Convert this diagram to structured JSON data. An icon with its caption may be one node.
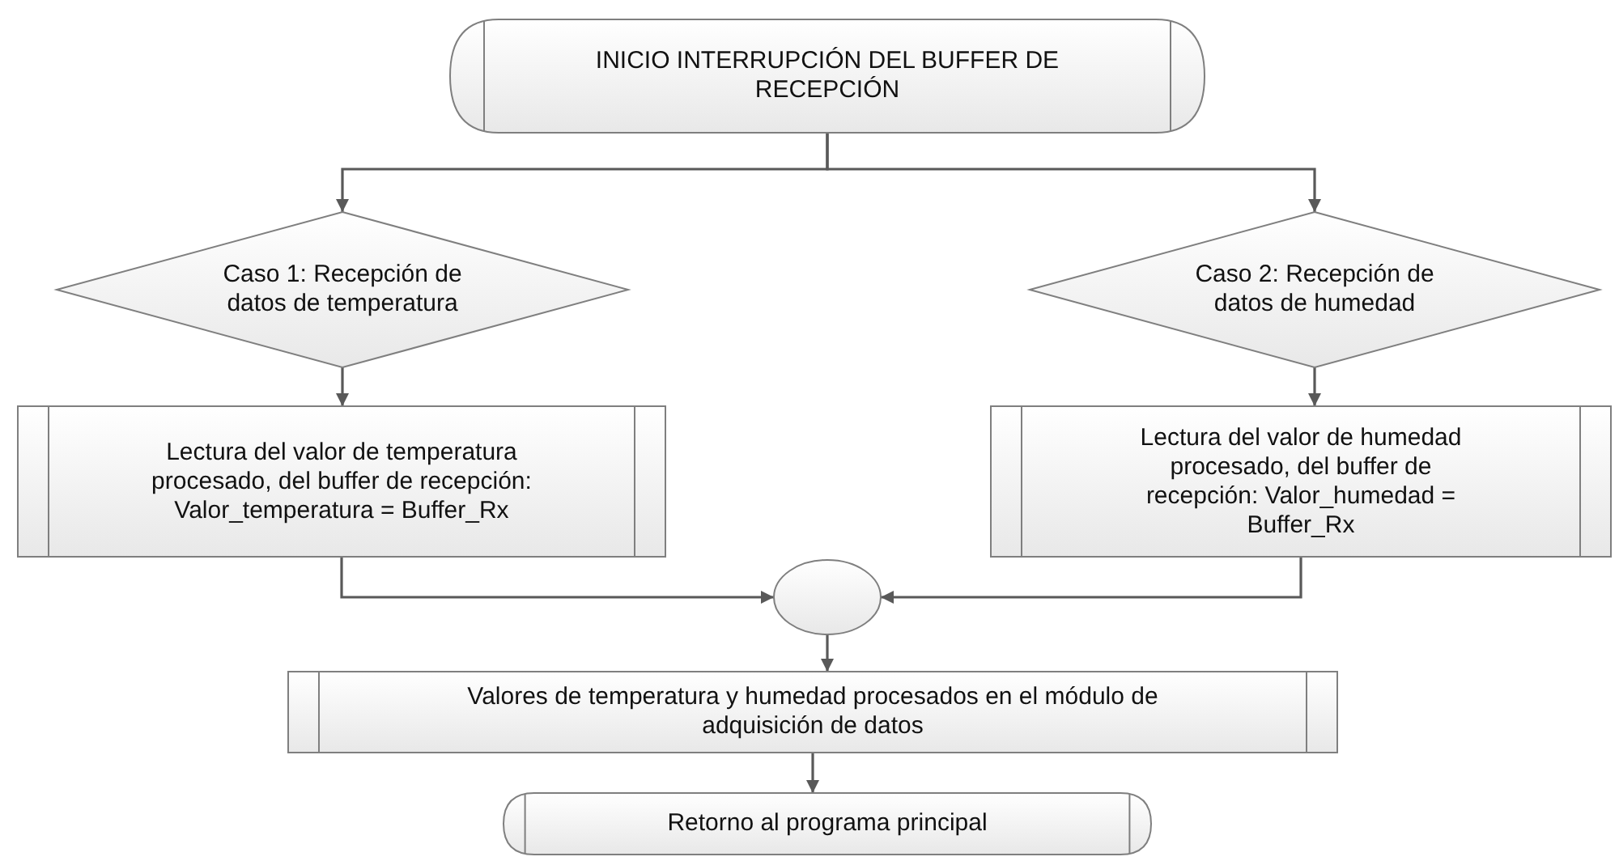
{
  "diagram": {
    "nodes": [
      {
        "text": [
          "INICIO INTERRUPCIÓN DEL BUFFER DE RECEPCIÓN"
        ]
      },
      {
        "text": [
          "Caso 1: Recepción de datos de temperatura"
        ]
      },
      {
        "text": [
          "Caso 2: Recepción de datos de humedad"
        ]
      },
      {
        "text": [
          "Lectura del valor de temperatura procesado, del buffer de recepción: Valor_temperatura = Buffer_Rx"
        ]
      },
      {
        "text": [
          "Lectura del valor de humedad procesado, del buffer de recepción: Valor_humedad = Buffer_Rx"
        ]
      },
      {
        "text": [],
        "shape": "circle"
      },
      {
        "text": [
          "Valores de temperatura y humedad procesados en el módulo de adquisición de datos"
        ]
      },
      {
        "text": [
          "Retorno al programa principal"
        ]
      }
    ],
    "edges": [
      {
        "from": 0,
        "to": 1,
        "arrow": "to"
      },
      {
        "from": 0,
        "to": 2,
        "arrow": "to"
      },
      {
        "from": 1,
        "to": 3,
        "arrow": "to"
      },
      {
        "from": 2,
        "to": 4,
        "arrow": "to"
      },
      {
        "from": 3,
        "to": 5,
        "arrow": "to"
      },
      {
        "from": 4,
        "to": 5,
        "arrow": "to"
      },
      {
        "from": 5,
        "to": 6,
        "arrow": "to"
      },
      {
        "from": 6,
        "to": 7,
        "arrow": "to"
      }
    ]
  }
}
